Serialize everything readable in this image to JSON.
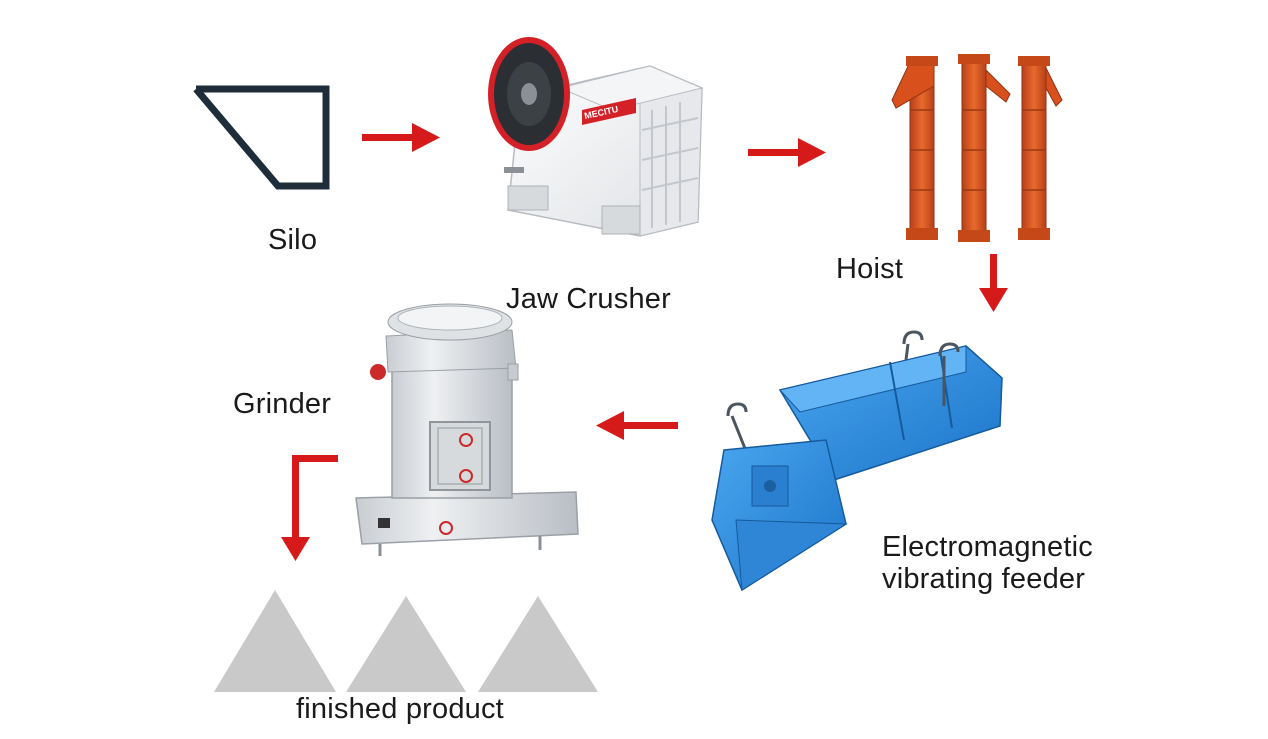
{
  "diagram": {
    "nodes": [
      {
        "id": "silo",
        "label": "Silo",
        "icon": "silo-icon"
      },
      {
        "id": "jaw_crusher",
        "label": "Jaw Crusher",
        "icon": "jaw-crusher-icon",
        "brand": "MECITU"
      },
      {
        "id": "hoist",
        "label": "Hoist",
        "icon": "bucket-elevator-icon"
      },
      {
        "id": "feeder",
        "label_line1": "Electromagnetic",
        "label_line2": "vibrating feeder",
        "icon": "vibrating-feeder-icon"
      },
      {
        "id": "grinder",
        "label": "Grinder",
        "icon": "grinding-mill-icon"
      },
      {
        "id": "product",
        "label": "finished product",
        "icon": "powder-pile-icon"
      }
    ],
    "edges": [
      {
        "from": "silo",
        "to": "jaw_crusher"
      },
      {
        "from": "jaw_crusher",
        "to": "hoist"
      },
      {
        "from": "hoist",
        "to": "feeder"
      },
      {
        "from": "feeder",
        "to": "grinder"
      },
      {
        "from": "grinder",
        "to": "product"
      }
    ],
    "colors": {
      "arrow": "#d61a1a",
      "silo": "#1f2d3a",
      "hoist": "#d8501c",
      "feeder": "#2a8be0",
      "machine": "#e9ecef",
      "pile": "#c9c9c9",
      "accent": "#d42027"
    }
  }
}
